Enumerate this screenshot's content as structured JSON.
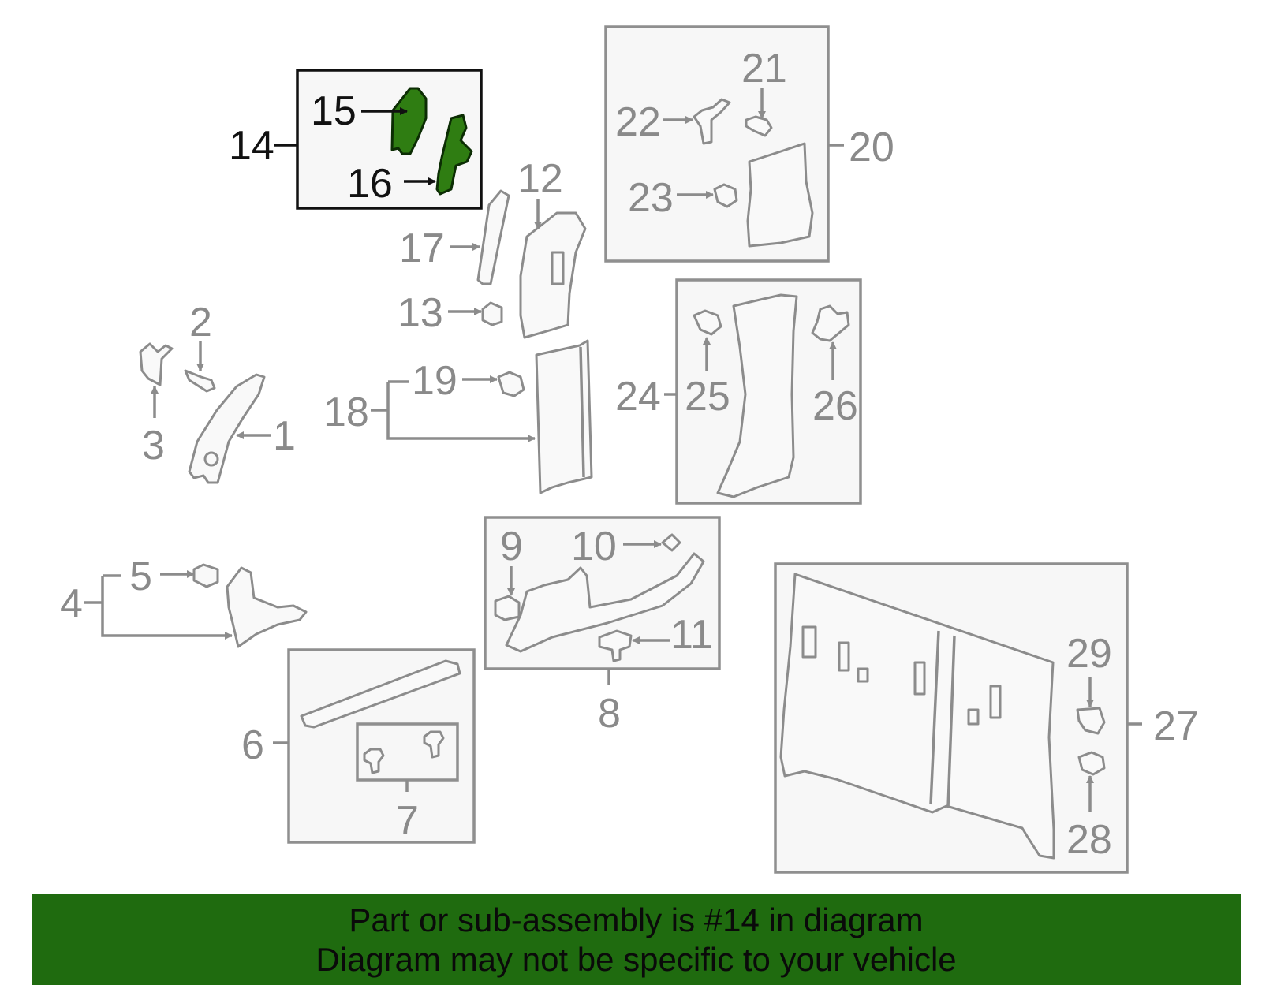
{
  "callouts": {
    "n1": "1",
    "n2": "2",
    "n3": "3",
    "n4": "4",
    "n5": "5",
    "n6": "6",
    "n7": "7",
    "n8": "8",
    "n9": "9",
    "n10": "10",
    "n11": "11",
    "n12": "12",
    "n13": "13",
    "n14": "14",
    "n15": "15",
    "n16": "16",
    "n17": "17",
    "n18": "18",
    "n19": "19",
    "n20": "20",
    "n21": "21",
    "n22": "22",
    "n23": "23",
    "n24": "24",
    "n25": "25",
    "n26": "26",
    "n27": "27",
    "n28": "28",
    "n29": "29"
  },
  "highlight": {
    "part_number": "14",
    "color": "#2f7d12"
  },
  "banner": {
    "line1": "Part or sub-assembly is #14 in diagram",
    "line2": "Diagram may not be specific to your vehicle",
    "background": "#1f6b0f"
  }
}
